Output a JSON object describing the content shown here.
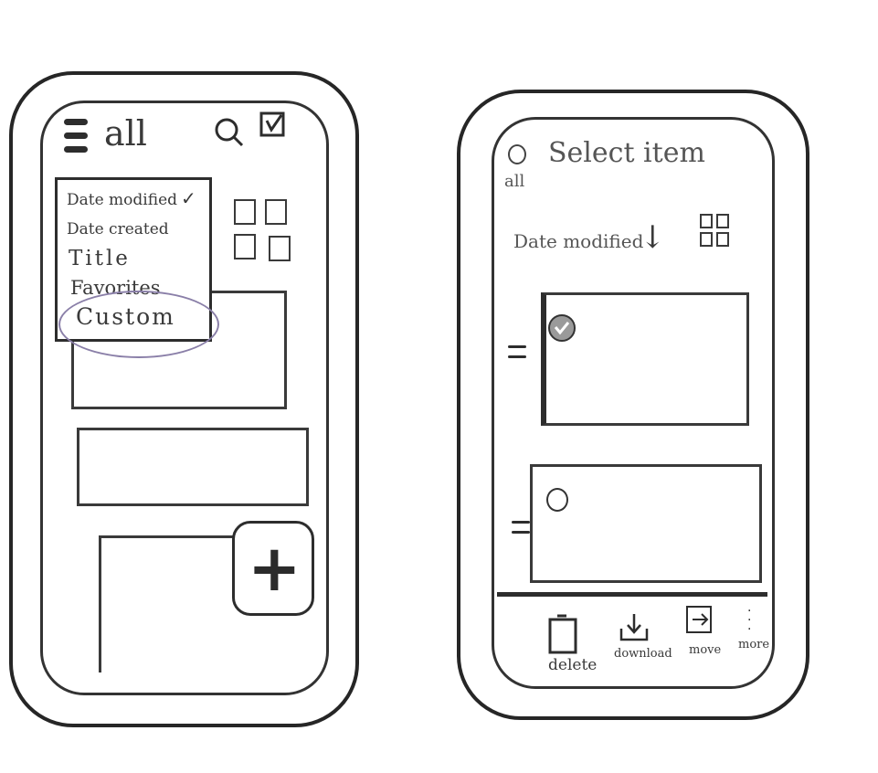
{
  "left_phone": {
    "header": {
      "folder_label": "all"
    },
    "sort_menu": {
      "items": [
        {
          "label": "Date modified",
          "checked": true
        },
        {
          "label": "Date created",
          "checked": false
        },
        {
          "label": "Title",
          "checked": false
        },
        {
          "label": "Favorites",
          "checked": false
        },
        {
          "label": "Custom",
          "checked": false,
          "highlighted": true
        }
      ],
      "check_mark": "✓"
    },
    "fab": {
      "symbol": "+"
    }
  },
  "right_phone": {
    "header": {
      "title": "Select item",
      "subtitle": "all"
    },
    "sort_label": "Date modified",
    "sort_arrow": "↓",
    "bottom_bar": {
      "actions": [
        {
          "label": "delete",
          "icon": "trash-icon"
        },
        {
          "label": "download",
          "icon": "download-icon"
        },
        {
          "label": "move",
          "icon": "move-icon"
        },
        {
          "label": "more",
          "icon": "more-icon"
        }
      ]
    }
  },
  "colors": {
    "ink": "#2d2d2d",
    "highlight": "#8a7fa8"
  }
}
